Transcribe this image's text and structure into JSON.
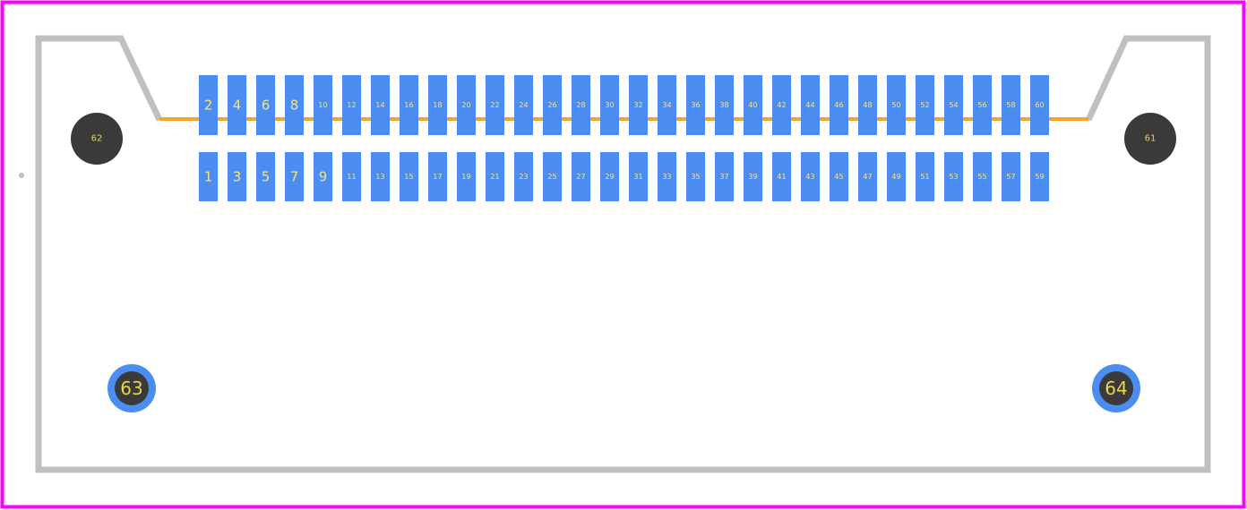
{
  "colors": {
    "board_border": "#ff00ff",
    "outline": "#c0c0c0",
    "pad": "#4b8df0",
    "hole": "#3a3a3a",
    "trace": "#f5a623",
    "label": "#f2e680"
  },
  "footprint": {
    "top_row_pads": [
      "2",
      "4",
      "6",
      "8",
      "10",
      "12",
      "14",
      "16",
      "18",
      "20",
      "22",
      "24",
      "26",
      "28",
      "30",
      "32",
      "34",
      "36",
      "38",
      "40",
      "42",
      "44",
      "46",
      "48",
      "50",
      "52",
      "54",
      "56",
      "58",
      "60"
    ],
    "bottom_row_pads": [
      "1",
      "3",
      "5",
      "7",
      "9",
      "11",
      "13",
      "15",
      "17",
      "19",
      "21",
      "23",
      "25",
      "27",
      "29",
      "31",
      "33",
      "35",
      "37",
      "39",
      "41",
      "43",
      "45",
      "47",
      "49",
      "51",
      "53",
      "55",
      "57",
      "59"
    ],
    "mounting_holes": {
      "left_top": "62",
      "right_top": "61"
    },
    "plated_holes": {
      "left_bottom": "63",
      "right_bottom": "64"
    }
  }
}
